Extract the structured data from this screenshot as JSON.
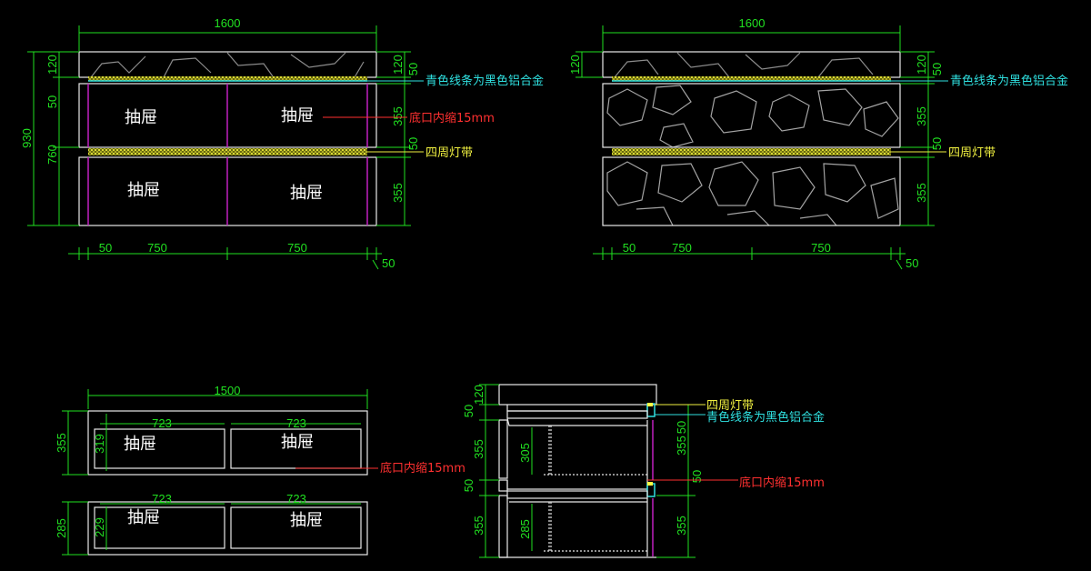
{
  "colors": {
    "dimension": "#21e021",
    "outline": "#e8e8e8",
    "cyan_note": "#2fe0e0",
    "yellow_note": "#f0f040",
    "red_note": "#ff3030",
    "drawer_edge": "#c020c0",
    "background": "#000000"
  },
  "front_view": {
    "width_dim": "1600",
    "left_dims": [
      "120",
      "50",
      "760",
      "930"
    ],
    "right_dims": [
      "120",
      "50",
      "355",
      "50",
      "355"
    ],
    "bottom_dims": [
      "50",
      "750",
      "750",
      "50"
    ],
    "drawer_labels": [
      "抽屉",
      "抽屉",
      "抽屉",
      "抽屉"
    ],
    "note_cyan": "青色线条为黑色铝合金",
    "note_red": "底口内缩15mm",
    "note_yellow": "四周灯带"
  },
  "back_view": {
    "width_dim": "1600",
    "left_dims": [
      "120"
    ],
    "right_dims": [
      "120",
      "50",
      "355",
      "50",
      "355"
    ],
    "bottom_dims": [
      "50",
      "750",
      "750",
      "50"
    ],
    "note_cyan": "青色线条为黑色铝合金",
    "note_yellow": "四周灯带"
  },
  "plan_view": {
    "width_dim": "1500",
    "upper": {
      "height": "355",
      "inner_height": "319",
      "widths": [
        "723",
        "723"
      ],
      "labels": [
        "抽屉",
        "抽屉"
      ]
    },
    "lower": {
      "height": "285",
      "inner_height": "229",
      "widths": [
        "723",
        "723"
      ],
      "labels": [
        "抽屉",
        "抽屉"
      ]
    },
    "note_red": "底口内缩15mm"
  },
  "section_view": {
    "left_dims": [
      "120",
      "50",
      "355",
      "50",
      "355"
    ],
    "inner_dims": [
      "305",
      "285"
    ],
    "right_dims": [
      "355",
      "50",
      "50",
      "355"
    ],
    "note_yellow": "四周灯带",
    "note_cyan": "青色线条为黑色铝合金",
    "note_red": "底口内缩15mm"
  }
}
